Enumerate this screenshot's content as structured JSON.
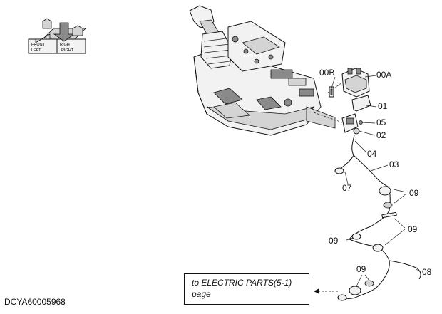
{
  "document_code": "DCYA60005968",
  "reference_note": {
    "line1": "to ELECTRIC PARTS(5-1)",
    "line2": "page"
  },
  "direction_icon": {
    "labels": [
      "FRONT",
      "RIGHT",
      "LEFT",
      "RIGHT"
    ]
  },
  "part_labels": [
    {
      "id": "00A",
      "text": "00A"
    },
    {
      "id": "00B",
      "text": "00B"
    },
    {
      "id": "01",
      "text": "01"
    },
    {
      "id": "05",
      "text": "05"
    },
    {
      "id": "02",
      "text": "02"
    },
    {
      "id": "04",
      "text": "04"
    },
    {
      "id": "03",
      "text": "03"
    },
    {
      "id": "07",
      "text": "07"
    },
    {
      "id": "09a",
      "text": "09"
    },
    {
      "id": "09b",
      "text": "09"
    },
    {
      "id": "09c",
      "text": "09"
    },
    {
      "id": "09d",
      "text": "09"
    },
    {
      "id": "08",
      "text": "08"
    }
  ]
}
